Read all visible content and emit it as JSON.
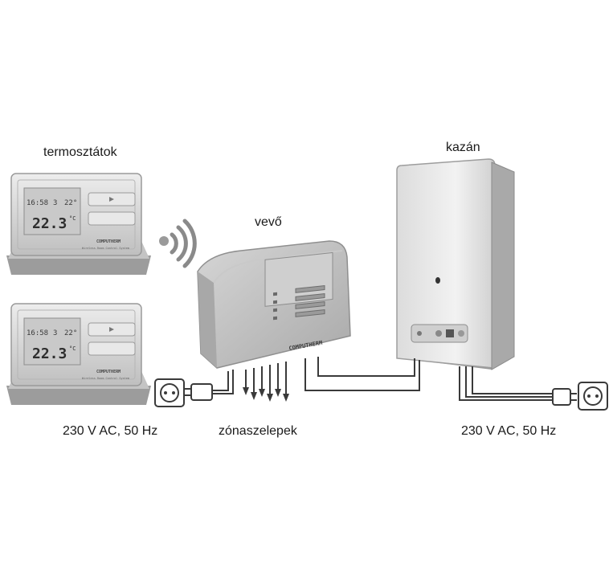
{
  "labels": {
    "thermostats": "termosztátok",
    "receiver": "vevő",
    "boiler": "kazán",
    "power_left": "230 V AC, 50 Hz",
    "zone_valves": "zónaszelepek",
    "power_right": "230 V AC, 50 Hz"
  },
  "thermostat_display": {
    "time": "16:58",
    "day": "3",
    "setpoint": "22°",
    "temperature": "22.3",
    "unit": "°C",
    "brand": "COMPUTHERM",
    "model_line": "Wireless Room Control System"
  },
  "receiver_brand": "COMPUTHERM",
  "colors": {
    "device_light": "#e4e4e4",
    "device_mid": "#bdbdbd",
    "device_dark": "#8a8a8a",
    "lcd": "#c9c9c9",
    "wire": "#3a3a3a"
  }
}
